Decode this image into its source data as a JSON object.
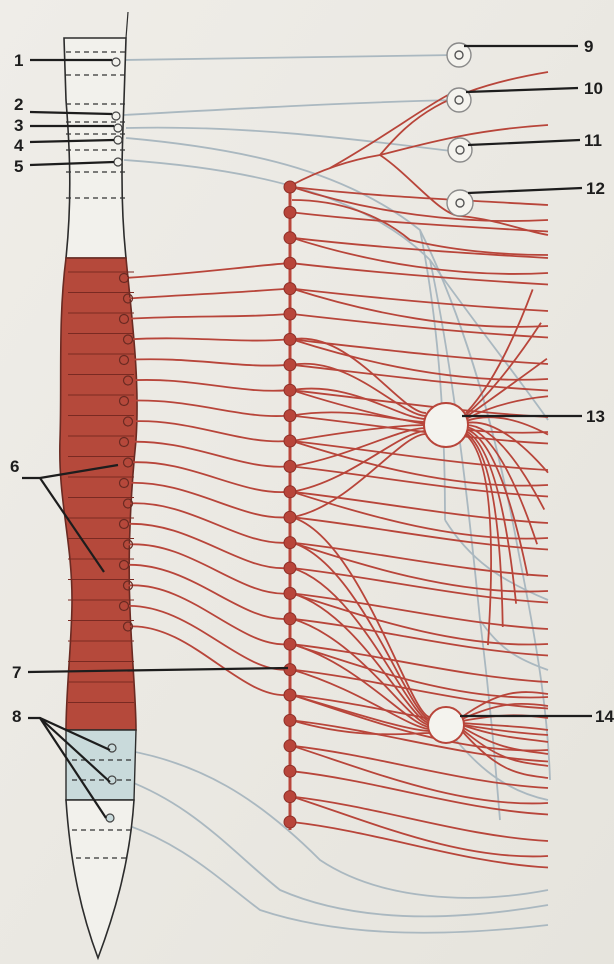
{
  "colors": {
    "background": "#eceae4",
    "sympathetic_red": "#b8453a",
    "cord_segment_fill": "#b5493b",
    "sacral_fill": "#c9dadb",
    "parasympathetic_gray": "#aab8c0",
    "outline": "#2c2c2c"
  },
  "labels": {
    "l1": "1",
    "l2": "2",
    "l3": "3",
    "l4": "4",
    "l5": "5",
    "l6": "6",
    "l7": "7",
    "l8": "8",
    "l9": "9",
    "l10": "10",
    "l11": "11",
    "l12": "12",
    "l13": "13",
    "l14": "14"
  }
}
